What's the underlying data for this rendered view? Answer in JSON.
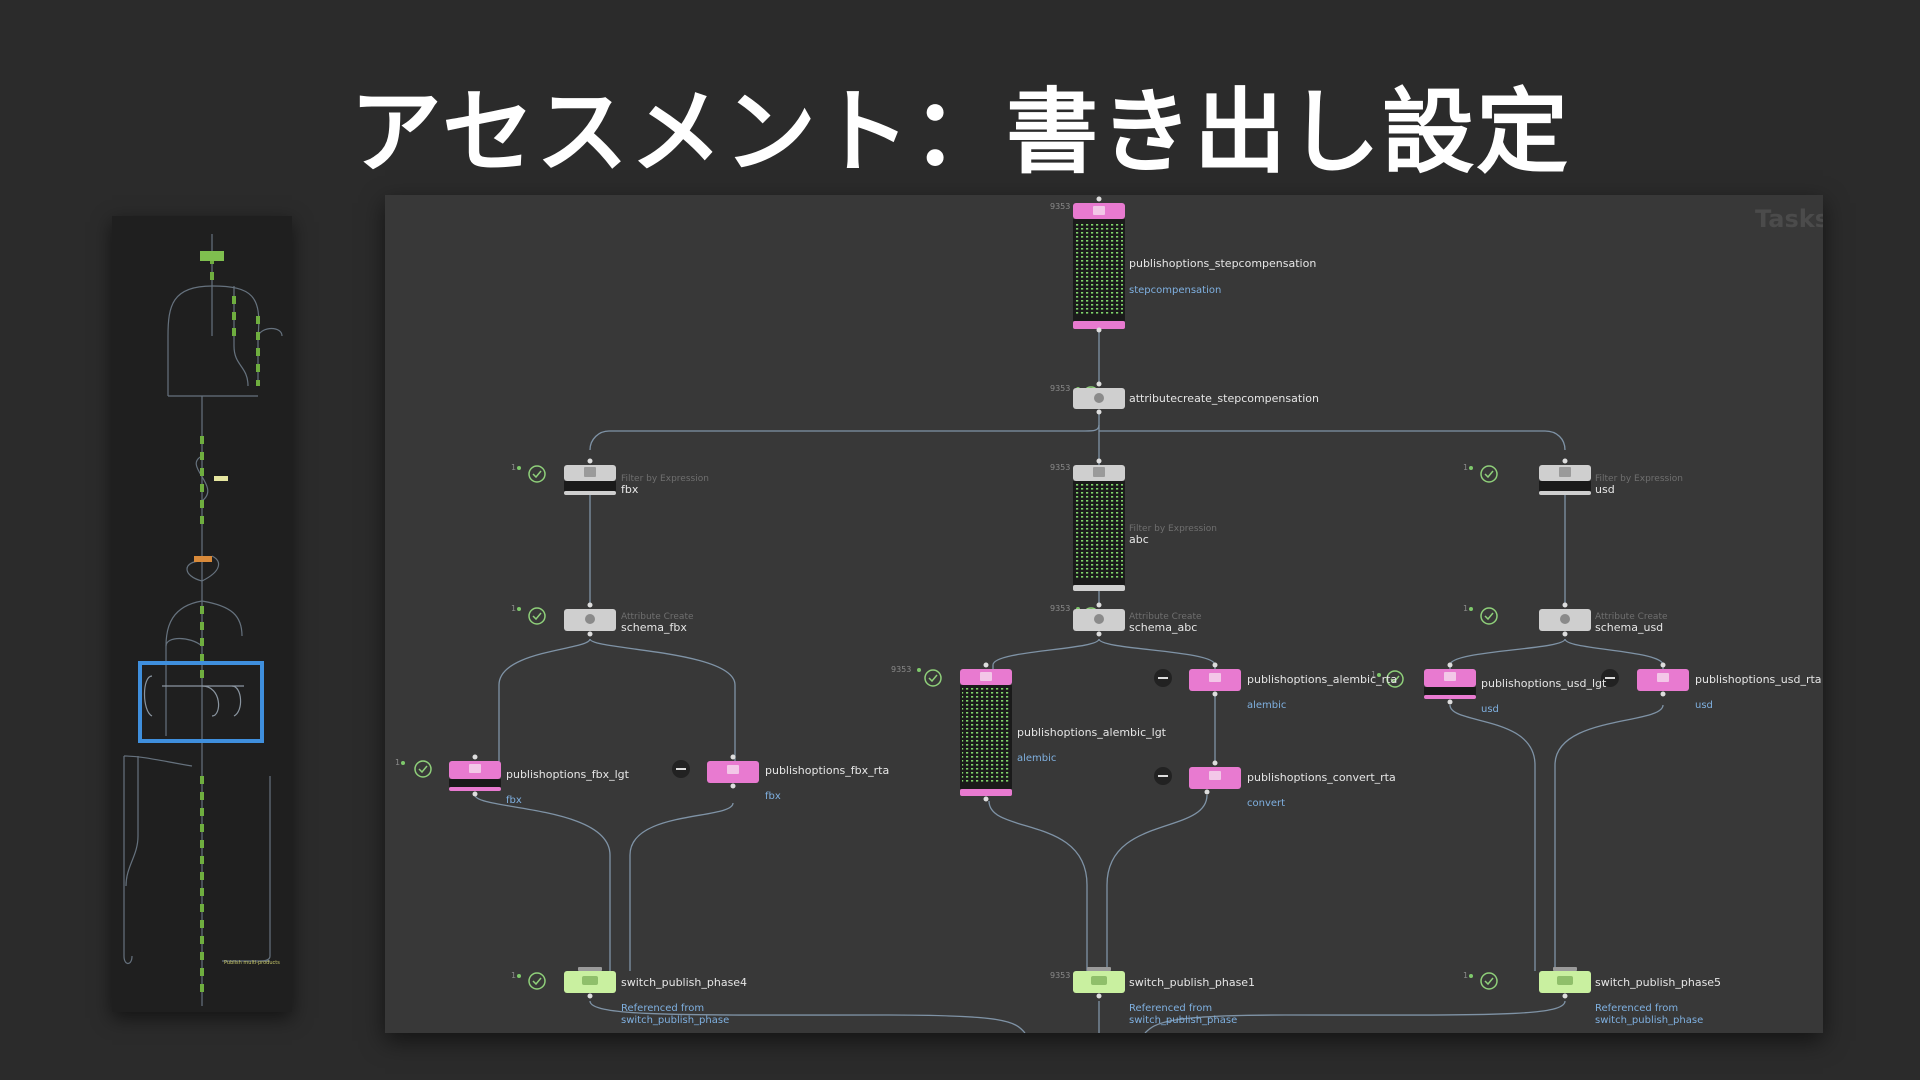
{
  "slide": {
    "title": "アセスメント：書き出し設定"
  },
  "panel": {
    "corner_label": "Tasks"
  },
  "minimap": {
    "footer_label": "Publish multi-products"
  },
  "colors": {
    "background": "#2b2b2b",
    "panel": "#383838",
    "pink_node": "#e87ad0",
    "grey_node": "#cfcfcf",
    "green_node": "#c9f0a0",
    "wire": "#7f93a6",
    "highlight": "#3f8fdd",
    "status_green": "#8fd07a",
    "label_blue": "#7fb0e0"
  },
  "nodes": {
    "stepcomp": {
      "count": "9353",
      "name": "publishoptions_stepcompensation",
      "sub": "stepcompensation",
      "icon": "settings-icon"
    },
    "attrstep": {
      "count": "9353",
      "name": "attributecreate_stepcompensation",
      "icon": "attribute-icon"
    },
    "filter_fbx": {
      "count": "1",
      "type": "Filter by Expression",
      "name": "fbx",
      "icon": "filter-icon"
    },
    "filter_abc": {
      "count": "9353",
      "type": "Filter by Expression",
      "name": "abc",
      "icon": "filter-icon"
    },
    "filter_usd": {
      "count": "1",
      "type": "Filter by Expression",
      "name": "usd",
      "icon": "filter-icon"
    },
    "schema_fbx": {
      "count": "1",
      "type": "Attribute Create",
      "name": "schema_fbx",
      "icon": "attribute-icon"
    },
    "schema_abc": {
      "count": "9353",
      "type": "Attribute Create",
      "name": "schema_abc",
      "icon": "attribute-icon"
    },
    "schema_usd": {
      "count": "1",
      "type": "Attribute Create",
      "name": "schema_usd",
      "icon": "attribute-icon"
    },
    "fbx_lgt": {
      "count": "1",
      "name": "publishoptions_fbx_lgt",
      "sub": "fbx"
    },
    "fbx_rta": {
      "name": "publishoptions_fbx_rta",
      "sub": "fbx"
    },
    "alembic_lgt": {
      "count": "9353",
      "name": "publishoptions_alembic_lgt",
      "sub": "alembic"
    },
    "alembic_rta": {
      "name": "publishoptions_alembic_rta",
      "sub": "alembic"
    },
    "convert_rta": {
      "name": "publishoptions_convert_rta",
      "sub": "convert"
    },
    "usd_lgt": {
      "count": "1",
      "name": "publishoptions_usd_lgt",
      "sub": "usd"
    },
    "usd_rta": {
      "name": "publishoptions_usd_rta",
      "sub": "usd"
    },
    "phase4": {
      "count": "1",
      "name": "switch_publish_phase4",
      "ref1": "Referenced from",
      "ref2": "switch_publish_phase"
    },
    "phase1": {
      "count": "9353",
      "name": "switch_publish_phase1",
      "ref1": "Referenced from",
      "ref2": "switch_publish_phase"
    },
    "phase5": {
      "count": "1",
      "name": "switch_publish_phase5",
      "ref1": "Referenced from",
      "ref2": "switch_publish_phase"
    }
  }
}
